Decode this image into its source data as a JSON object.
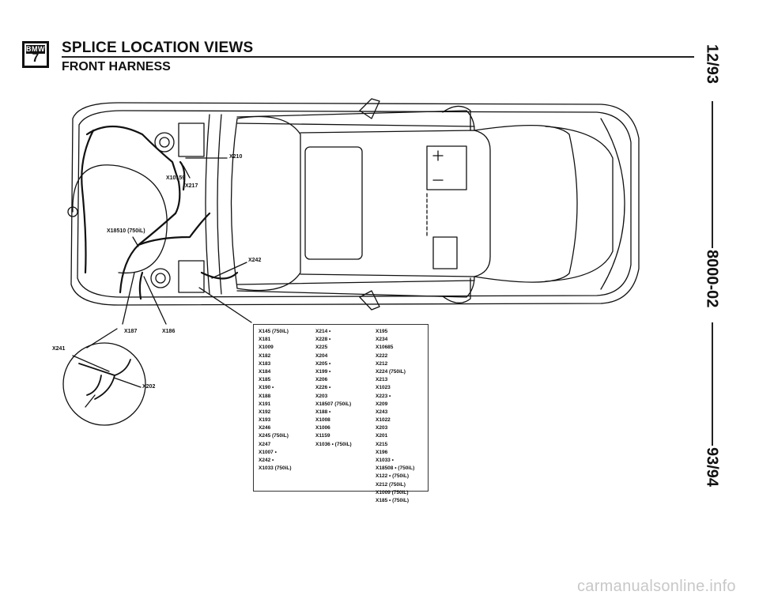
{
  "header": {
    "logo_brand": "BMW",
    "logo_model": "7",
    "title": "SPLICE LOCATION VIEWS",
    "subtitle": "FRONT HARNESS"
  },
  "side": {
    "date": "12/93",
    "doc_number": "8000-02",
    "model_years": "93/94"
  },
  "diagram": {
    "labels": {
      "x210": "X210",
      "x10159": "X10159",
      "x217": "X217",
      "x18510": "X18510 (750iL)",
      "x242": "X242",
      "x187": "X187",
      "x186": "X186",
      "x241": "X241",
      "x202": "X202"
    }
  },
  "table": {
    "col1": [
      "X145  (750iL)",
      "X181",
      "X1009",
      "X182",
      "X183",
      "X184",
      "X185",
      "X190 •",
      "X188",
      "X191",
      "X192",
      "X193",
      "X246",
      "X245  (750iL)",
      "X247",
      "X1007 •",
      "X242 •",
      "X1033  (750iL)"
    ],
    "col2": [
      "X214 •",
      "X228 •",
      "X225",
      "X204",
      "X205 •",
      "X199 •",
      "X206",
      "X226 •",
      "X203",
      "X18507  (750iL)",
      "X188 •",
      "X1008",
      "X1006",
      "X1159",
      "X1036 • (750iL)"
    ],
    "col3": [
      "X195",
      "X234",
      "X10685",
      "X222",
      "X212",
      "X224  (750iL)",
      "X213",
      "X1023",
      "X223 •",
      "X209",
      "X243",
      "X1022",
      "X203",
      "X201",
      "X215",
      "X196",
      "X1033 •",
      "X18508 • (750iL)",
      "X122 • (750iL)",
      "X212  (750iL)",
      "X1009  (750iL)",
      "X185 • (750iL)"
    ]
  },
  "footer": {
    "watermark": "carmanualsonline.info"
  }
}
